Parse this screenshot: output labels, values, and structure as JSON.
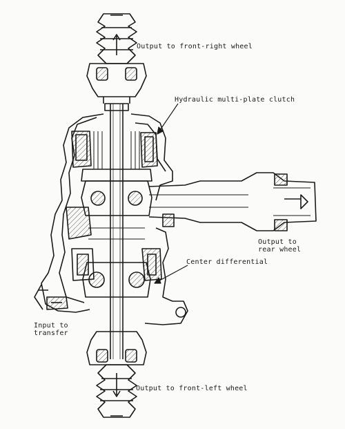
{
  "diagram": {
    "labels": {
      "output_front_right": "Output to front-right wheel",
      "hydraulic_clutch": "Hydraulic multi-plate clutch",
      "output_rear": "Output to\nrear wheel",
      "center_differential": "Center differential",
      "input_transfer": "Input to\ntransfer",
      "output_front_left": "Output to front-left wheel"
    },
    "colors": {
      "ink": "#1a1a1a",
      "paper": "#fbfbf9",
      "hatch": "#555555"
    }
  }
}
